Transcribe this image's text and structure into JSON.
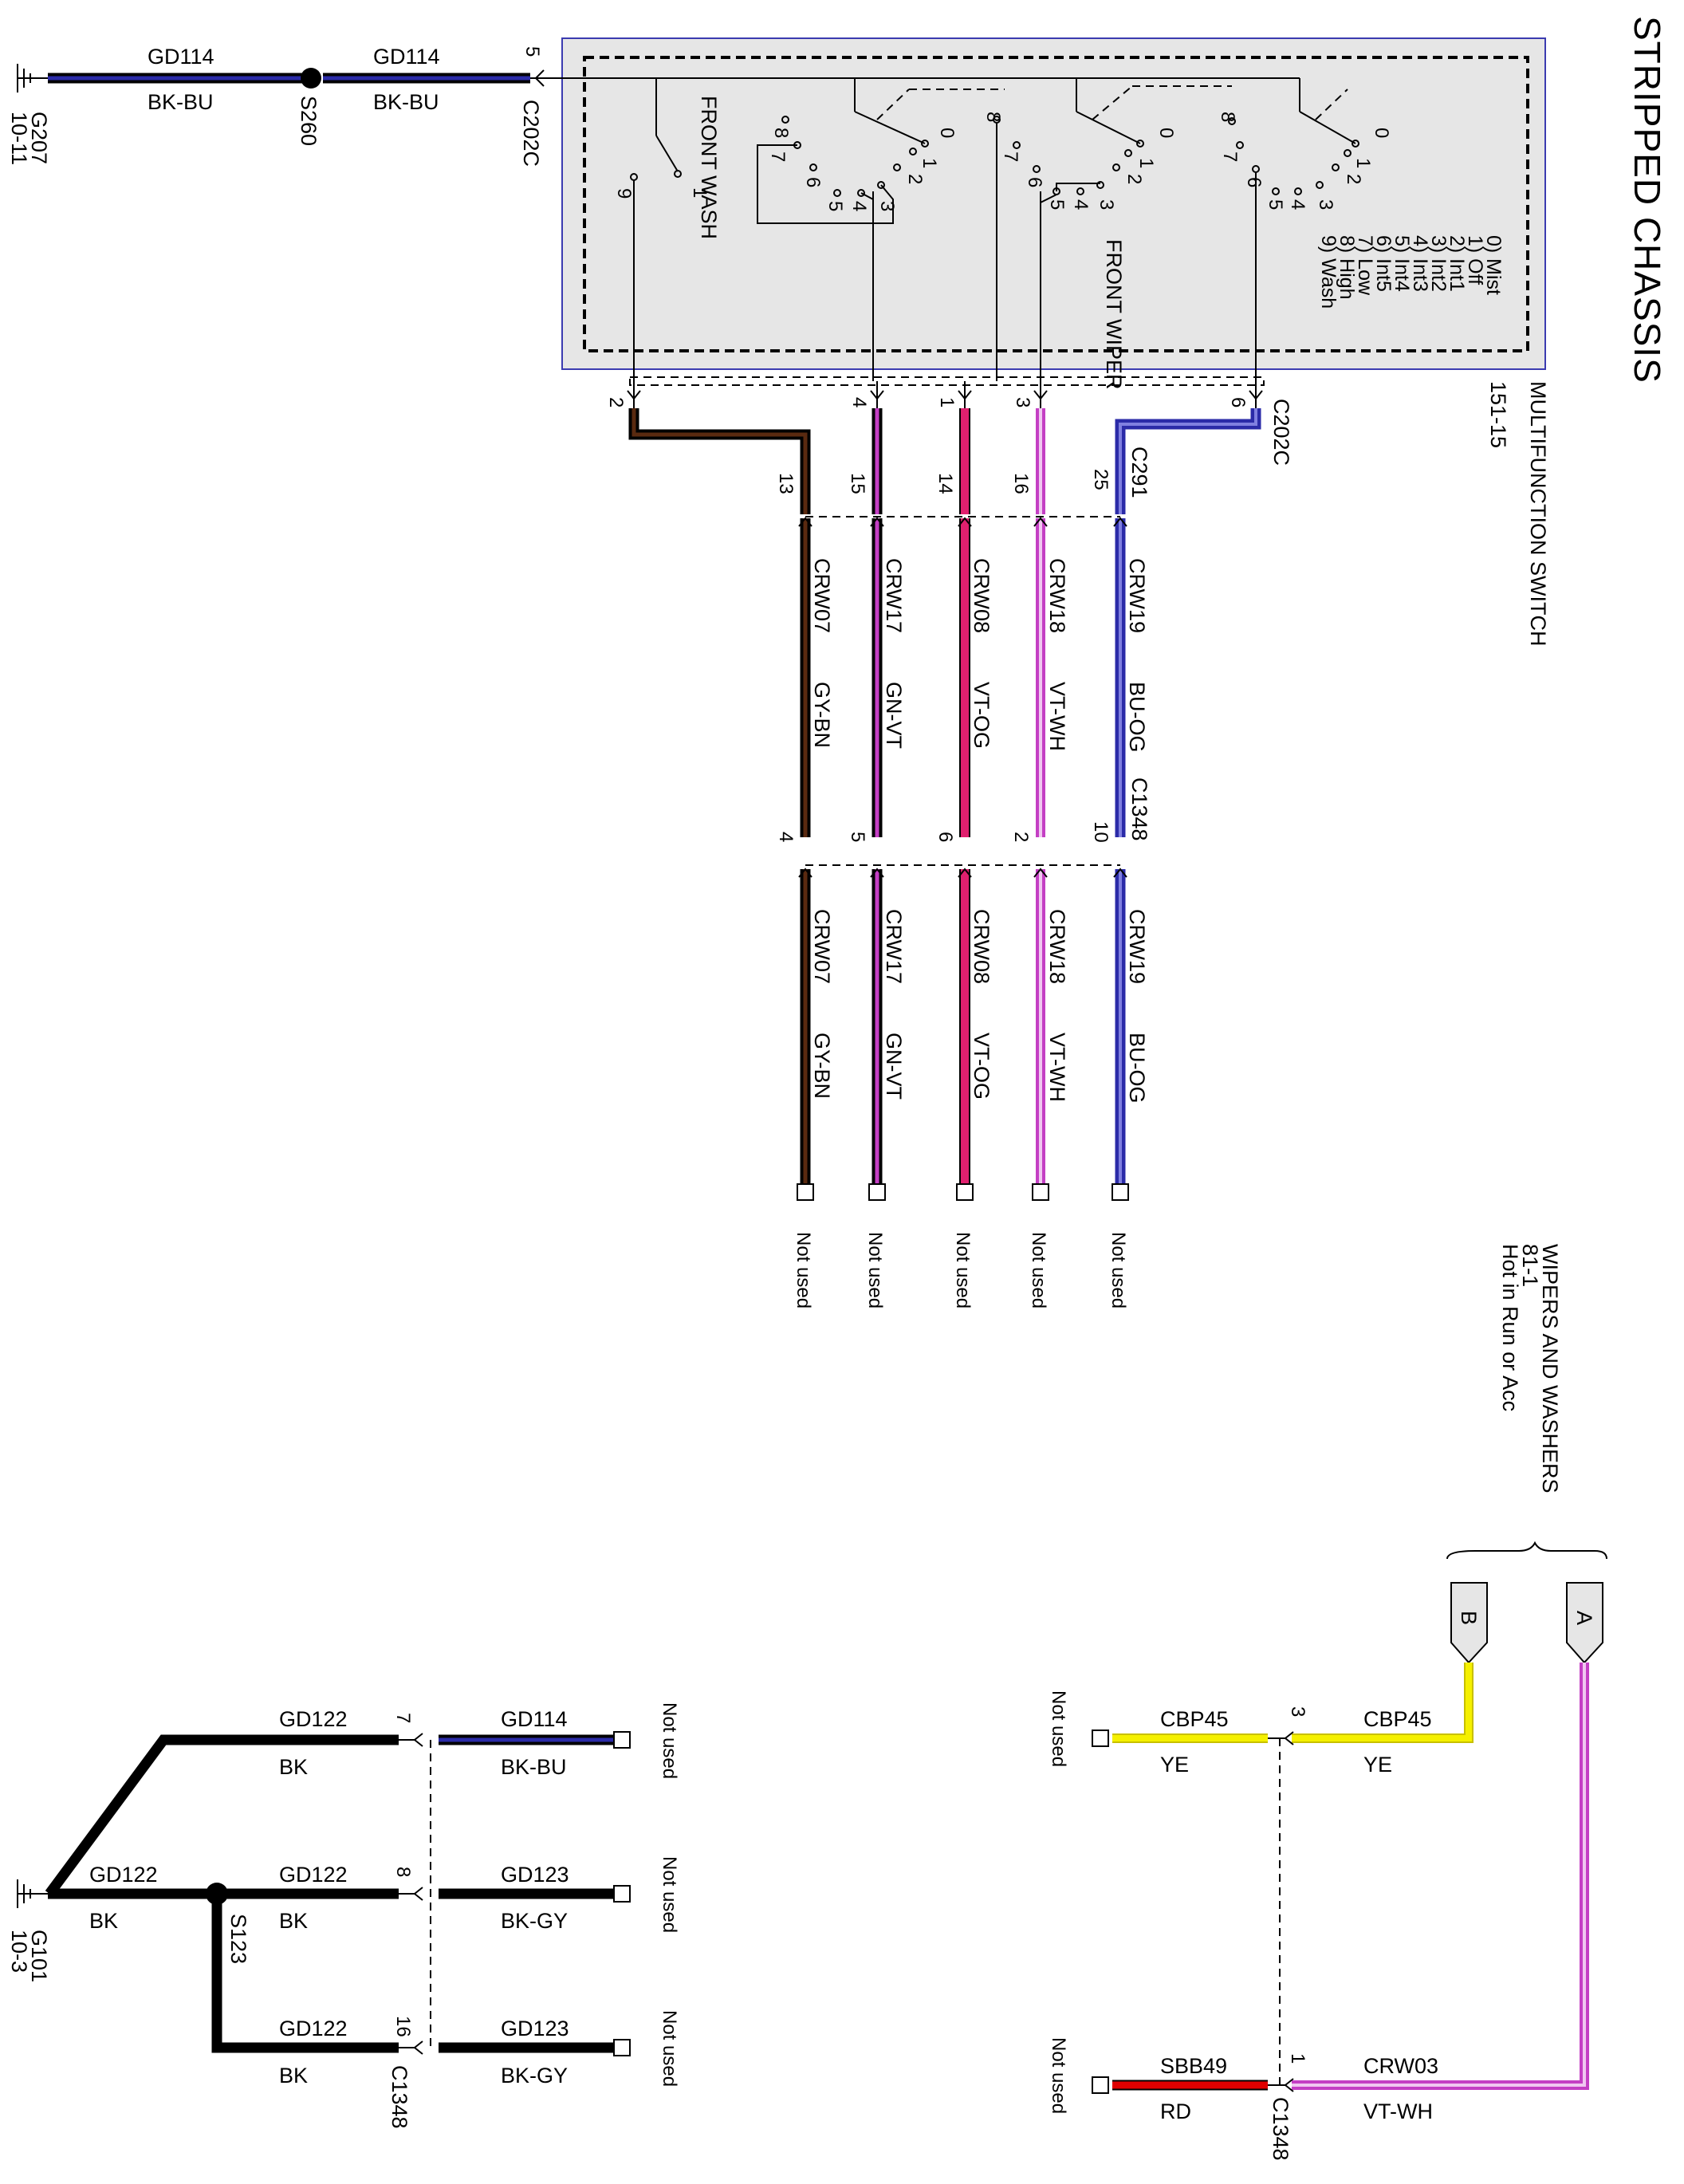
{
  "title": "STRIPPED CHASSIS",
  "colors": {
    "black": "#000000",
    "blue": "#2b2ba8",
    "violet": "#c43fc4",
    "pink": "#e0206e",
    "yellow": "#f5f000",
    "red": "#e00000",
    "switch_fill": "#e6e6e6",
    "switch_border": "#3b3bb0"
  },
  "switch": {
    "name": "MULTIFUNCTION SWITCH",
    "ref": "151-15",
    "front_wash": "FRONT WASH",
    "front_wiper": "FRONT WIPER",
    "positions": [
      "0) Mist",
      "1) Off",
      "2) Int1",
      "3) Int2",
      "4) Int3",
      "5) Int4",
      "6) Int5",
      "7) Low",
      "8) High",
      "9) Wash"
    ]
  },
  "top_ground": {
    "ground": "G207",
    "ground_ref": "10-11",
    "splice": "S260",
    "wire1_circuit": "GD114",
    "wire1_color": "BK-BU",
    "wire2_circuit": "GD114",
    "wire2_color": "BK-BU",
    "pin": "5",
    "connector": "C202C"
  },
  "connectors": {
    "switch": "C202C",
    "mid": "C291",
    "lower": "C1348"
  },
  "harness": [
    {
      "switch_pin": "2",
      "c291_pin": "13",
      "c1348_pin": "4",
      "circuit": "CRW07",
      "color": "GY-BN",
      "status": "Not used"
    },
    {
      "switch_pin": "4",
      "c291_pin": "15",
      "c1348_pin": "5",
      "circuit": "CRW17",
      "color": "GN-VT",
      "status": "Not used"
    },
    {
      "switch_pin": "1",
      "c291_pin": "14",
      "c1348_pin": "6",
      "circuit": "CRW08",
      "color": "VT-OG",
      "status": "Not used"
    },
    {
      "switch_pin": "3",
      "c291_pin": "16",
      "c1348_pin": "2",
      "circuit": "CRW18",
      "color": "VT-WH",
      "status": "Not used"
    },
    {
      "switch_pin": "6",
      "c291_pin": "25",
      "c1348_pin": "10",
      "circuit": "CRW19",
      "color": "BU-OG",
      "status": "Not used"
    }
  ],
  "wipers_ref": {
    "title": "WIPERS AND WASHERS",
    "page": "81-1",
    "note": "Hot in Run or Acc"
  },
  "arrows": {
    "a": "A",
    "b": "B"
  },
  "lower_right": [
    {
      "pin": "3",
      "left_circuit": "CBP45",
      "left_color": "YE",
      "right_circuit": "CBP45",
      "right_color": "YE",
      "status": "Not used"
    },
    {
      "pin": "1",
      "left_circuit": "SBB49",
      "left_color": "RD",
      "right_circuit": "CRW03",
      "right_color": "VT-WH",
      "status": "Not used",
      "connector": "C1348"
    }
  ],
  "bottom_ground": {
    "ground": "G101",
    "ground_ref": "10-3",
    "splice": "S123",
    "trunk_circuit": "GD122",
    "trunk_color": "BK",
    "connector": "C1348",
    "rows": [
      {
        "pin": "7",
        "left_circuit": "GD122",
        "left_color": "BK",
        "right_circuit": "GD114",
        "right_color": "BK-BU",
        "status": "Not used"
      },
      {
        "pin": "8",
        "left_circuit": "GD122",
        "left_color": "BK",
        "right_circuit": "GD123",
        "right_color": "BK-GY",
        "status": "Not used"
      },
      {
        "pin": "16",
        "left_circuit": "GD122",
        "left_color": "BK",
        "right_circuit": "GD123",
        "right_color": "BK-GY",
        "status": "Not used"
      }
    ]
  }
}
